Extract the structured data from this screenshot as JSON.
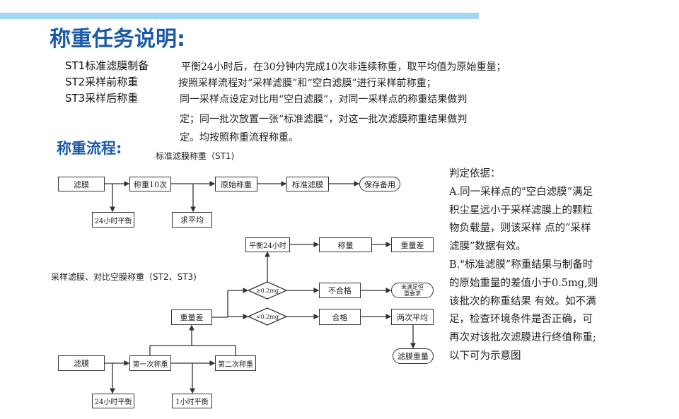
{
  "title": "称重任务说明:",
  "tasks": [
    {
      "label": "ST1标准滤膜制备",
      "text": "平衡24小时后，在30分钟内完成10次非连续称重，取平均值为原始重量；"
    },
    {
      "label": "ST2采样前称重",
      "text": "按照采样流程对“采样滤膜”和“空白滤膜”进行采样前称重；"
    },
    {
      "label": "ST3采样后称重",
      "text": "同一采样点设定对比用“空白滤膜”，对同一采样点的称重结果做判",
      "cont": [
        "定；同一批次放置一张“标准滤膜”，对这一批次滤膜称重结果做判",
        "定。均按照称重流程称重。"
      ]
    }
  ],
  "flow_title": "称重流程:",
  "st1": {
    "caption": "标准滤膜称重（ST1)",
    "nodes": {
      "membrane": "滤膜",
      "weigh10": "称重10次",
      "original": "原始称重",
      "standard": "标准滤膜",
      "store": "保存备用",
      "balance24": "24小时平衡",
      "average": "求平均"
    }
  },
  "st23": {
    "caption": "采样滤膜、对比空膜称重（ST2、ST3)",
    "nodes": {
      "balance24h": "平衡24小时",
      "weigh": "称量",
      "diff_top": "重量差",
      "ge": "≥0.2mg",
      "fail": "不合格",
      "unmet": "未满足恒重要求",
      "lt": "<0.2mg",
      "pass": "合格",
      "avg2": "两次平均",
      "membrane_weight": "滤膜重量",
      "diff": "重量差",
      "membrane": "滤膜",
      "first": "第一次称重",
      "second": "第二次称重",
      "balance24": "24小时平衡",
      "balance1": "1小时平衡"
    }
  },
  "criteria": [
    "判定依据：",
    "A.同一采样点的\"空白滤膜”满足",
    "积尘星远小于采样滤膜上的颗粒",
    "物负载量，则该采样 点的“采样",
    "滤膜”数据有效。",
    "B.\"标准滤膜”称重结果与制备时",
    "的原始重量的差值小于0.5mg,则",
    "该批次的称重结果 有效。如不满",
    "足，检查环境条件是否正确，可",
    "再次对该批次滤膜进行终值称重;",
    "以下可为示意图"
  ]
}
